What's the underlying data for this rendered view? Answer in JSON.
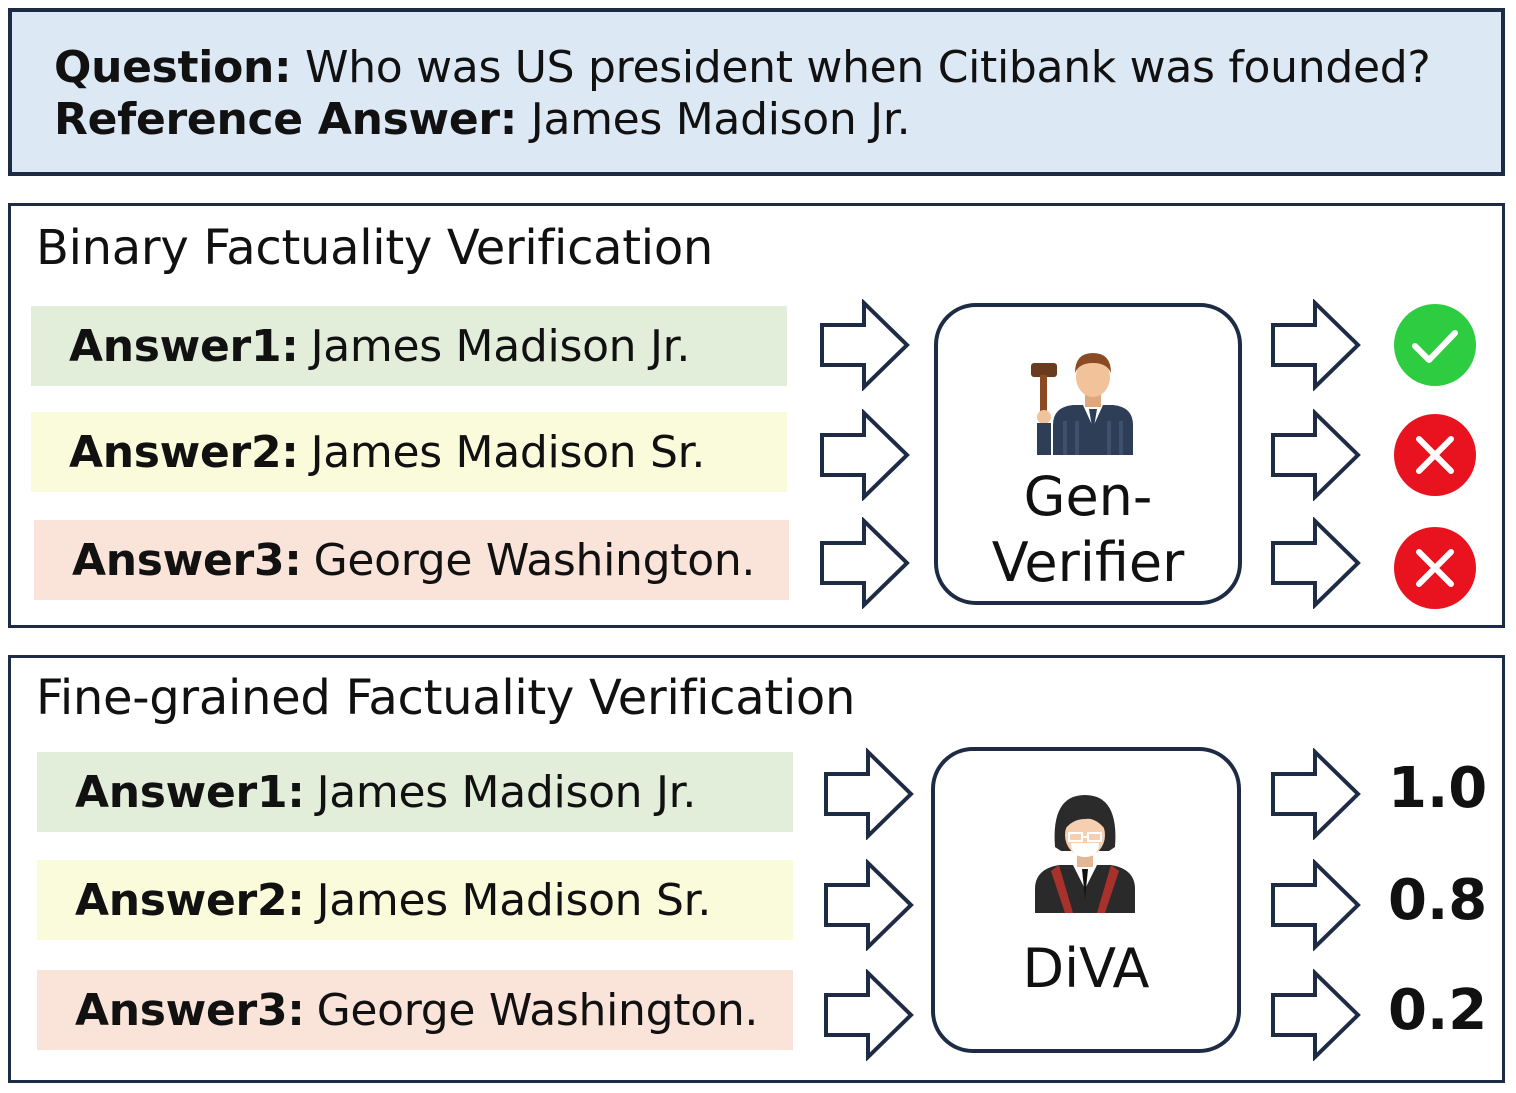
{
  "question": {
    "label": "Question:",
    "text": "Who was US president when Citibank was founded?"
  },
  "reference": {
    "label": "Reference Answer:",
    "text": "James Madison Jr."
  },
  "binary": {
    "title": "Binary Factuality Verification",
    "answers": [
      {
        "label": "Answer1:",
        "text": "James Madison Jr."
      },
      {
        "label": "Answer2:",
        "text": "James Madison Sr."
      },
      {
        "label": "Answer3:",
        "text": "George Washington."
      }
    ],
    "verifier": {
      "line1": "Gen-",
      "line2": "Verifier",
      "icon": "judge-icon"
    },
    "results": [
      "check-icon",
      "cross-icon",
      "cross-icon"
    ]
  },
  "fine": {
    "title": "Fine-grained Factuality Verification",
    "answers": [
      {
        "label": "Answer1:",
        "text": "James Madison Jr."
      },
      {
        "label": "Answer2:",
        "text": "James Madison Sr."
      },
      {
        "label": "Answer3:",
        "text": "George Washington."
      }
    ],
    "verifier": {
      "name": "DiVA",
      "icon": "lawyer-icon"
    },
    "scores": [
      "1.0",
      "0.8",
      "0.2"
    ]
  },
  "colors": {
    "question_bg": "#dde8f5",
    "border": "#1e2b45",
    "answer1_bg": "#e2eeda",
    "answer2_bg": "#f9fbdb",
    "answer3_bg": "#fae3d8",
    "correct": "#2ecc40",
    "incorrect": "#e8131f"
  }
}
